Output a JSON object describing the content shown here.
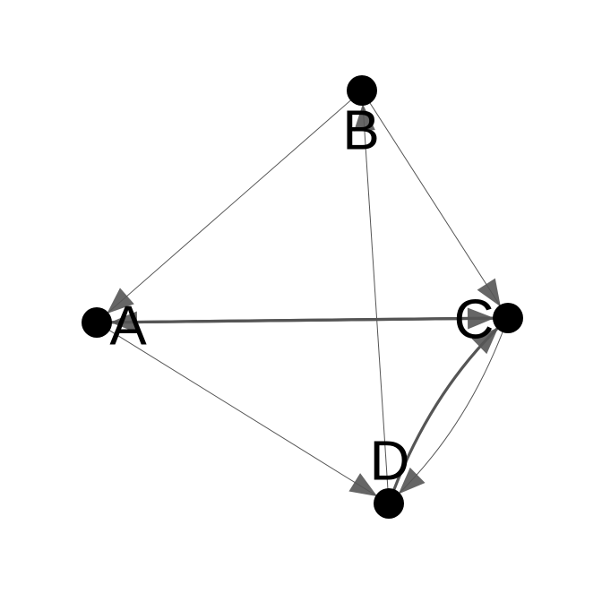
{
  "graph": {
    "nodes": [
      {
        "id": "A",
        "label": "A"
      },
      {
        "id": "B",
        "label": "B"
      },
      {
        "id": "C",
        "label": "C"
      },
      {
        "id": "D",
        "label": "D"
      }
    ],
    "edges": [
      {
        "from": "B",
        "to": "A",
        "weight": 1
      },
      {
        "from": "A",
        "to": "C",
        "weight": 2
      },
      {
        "from": "C",
        "to": "A",
        "weight": 2
      },
      {
        "from": "A",
        "to": "D",
        "weight": 1
      },
      {
        "from": "B",
        "to": "C",
        "weight": 1
      },
      {
        "from": "D",
        "to": "B",
        "weight": 1
      },
      {
        "from": "C",
        "to": "D",
        "weight": 1
      },
      {
        "from": "D",
        "to": "C",
        "weight": 2
      }
    ]
  },
  "style": {
    "edge_color": "#555555",
    "arrow_color": "#555555",
    "node_color": "#000000",
    "label_color": "#000000"
  }
}
